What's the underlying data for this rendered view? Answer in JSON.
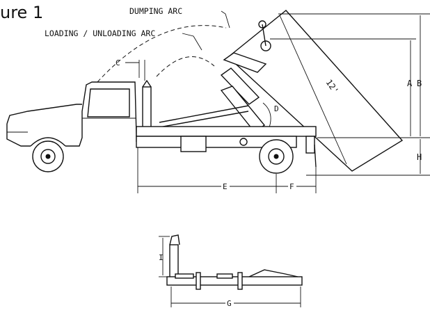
{
  "figure": {
    "title": "ure 1",
    "labels": {
      "dumping_arc": "DUMPING ARC",
      "loading_arc": "LOADING / UNLOADING ARC",
      "c": "C",
      "d": "D",
      "a": "A",
      "b": "B",
      "h": "H",
      "e": "E",
      "f": "F",
      "i": "I",
      "g": "G",
      "length": "12'"
    }
  }
}
